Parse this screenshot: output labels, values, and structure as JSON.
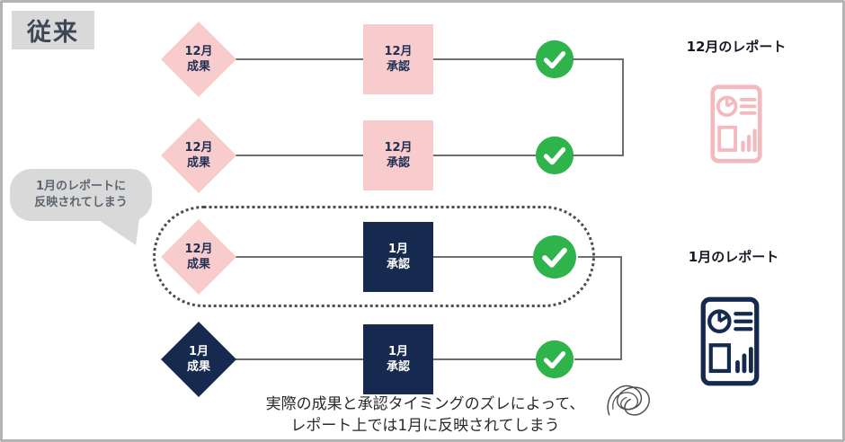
{
  "header": {
    "label": "従来"
  },
  "bubble": {
    "line1": "1月のレポートに",
    "line2": "反映されてしまう"
  },
  "rows": [
    {
      "diamond": {
        "line1": "12月",
        "line2": "成果"
      },
      "square": {
        "line1": "12月",
        "line2": "承認"
      }
    },
    {
      "diamond": {
        "line1": "12月",
        "line2": "成果"
      },
      "square": {
        "line1": "12月",
        "line2": "承認"
      }
    },
    {
      "diamond": {
        "line1": "12月",
        "line2": "成果"
      },
      "square": {
        "line1": "1月",
        "line2": "承認"
      }
    },
    {
      "diamond": {
        "line1": "1月",
        "line2": "成果"
      },
      "square": {
        "line1": "1月",
        "line2": "承認"
      }
    }
  ],
  "reports": [
    {
      "label": "12月のレポート"
    },
    {
      "label": "1月のレポート"
    }
  ],
  "footer": {
    "line1": "実際の成果と承認タイミングのズレによって、",
    "line2": "レポート上では1月に反映されてしまう"
  },
  "colors": {
    "pink": "#f8cbcd",
    "pink_icon": "#f3b9bd",
    "navy": "#16294f",
    "green": "#2eb44b",
    "bubble_gray": "#d9d9d9",
    "line_gray": "#6e6e6e"
  }
}
